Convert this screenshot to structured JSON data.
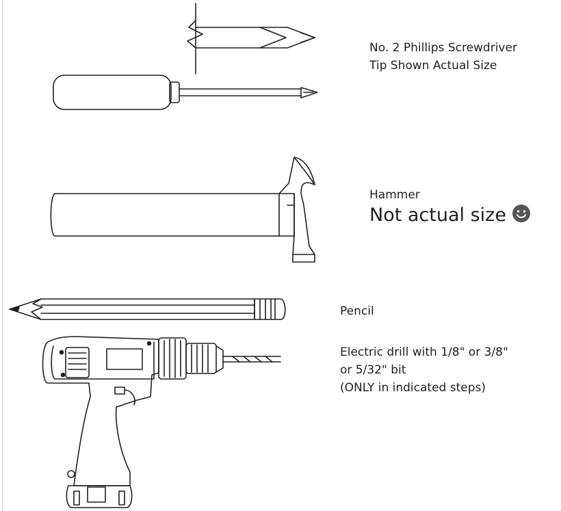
{
  "tools": {
    "screwdriver": {
      "line1": "No. 2 Phillips Screwdriver",
      "line2": "Tip Shown Actual Size"
    },
    "hammer": {
      "name": "Hammer",
      "note": "Not actual size",
      "note_icon": "smiley-face-icon"
    },
    "pencil": {
      "name": "Pencil"
    },
    "drill": {
      "line1": "Electric drill with 1/8\" or 3/8\"",
      "line2": "or 5/32\" bit",
      "line3": "(ONLY in indicated steps)"
    }
  },
  "colors": {
    "ink": "#1f1f1f",
    "smiley": "#555555"
  }
}
